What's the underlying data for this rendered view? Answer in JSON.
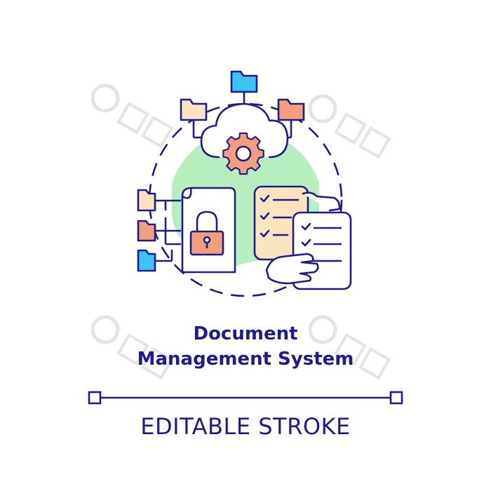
{
  "title": {
    "line1": "Document",
    "line2": "Management System"
  },
  "caption": "EDITABLE STROKE",
  "colors": {
    "outline": "#1d1a95",
    "green": "#b7eebd",
    "orange": "#f2a07b",
    "beige": "#fbe3bb",
    "blue": "#3cc4f0"
  },
  "icons": [
    "cloud-icon",
    "gear-icon",
    "folder-icon",
    "padlock-icon",
    "document-icon",
    "checklist-icon",
    "hand-icon",
    "watermark-logo"
  ]
}
